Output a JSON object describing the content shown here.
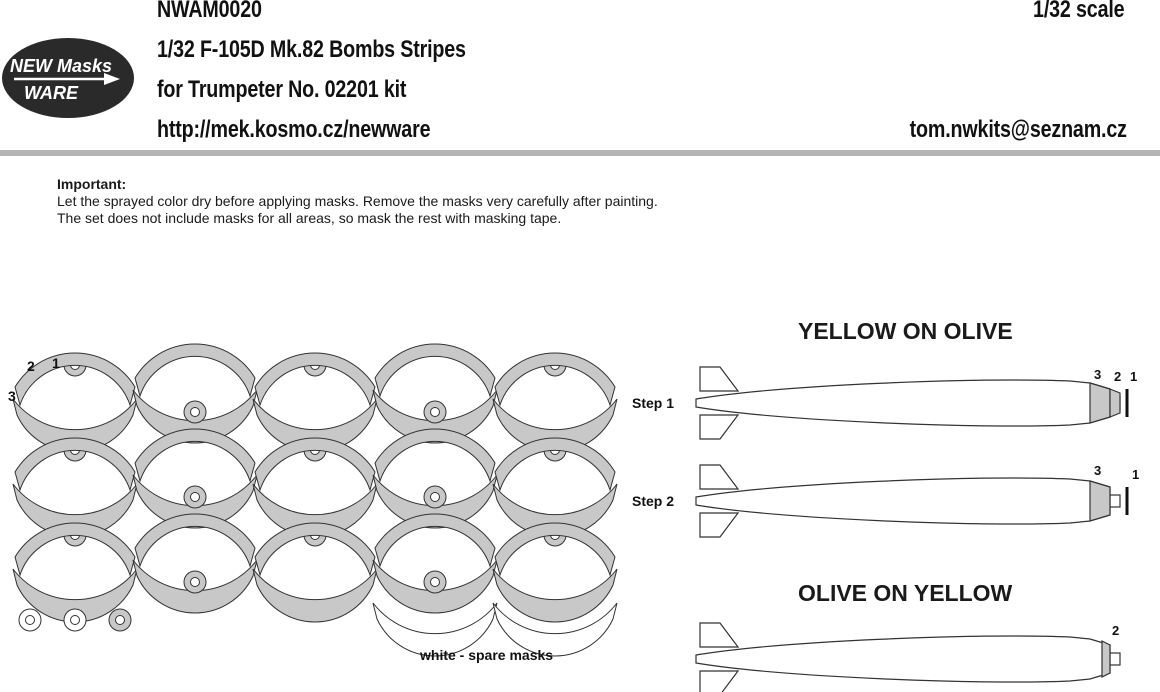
{
  "header": {
    "code": "NWAM0020",
    "scale": "1/32 scale",
    "title": "1/32 F-105D Mk.82 Bombs Stripes",
    "subtitle": "for Trumpeter No. 02201 kit",
    "url": "http://mek.kosmo.cz/newware",
    "email": "tom.nwkits@seznam.cz"
  },
  "logo": {
    "line1": "NEW Masks",
    "line2": "WARE"
  },
  "instructions": {
    "heading": "Important:",
    "line1": "Let the sprayed color dry before applying masks. Remove the masks very carefully after painting.",
    "line2": "The set does not include masks for all areas, so mask the rest with masking tape."
  },
  "mask_sheet": {
    "labels": {
      "one": "1",
      "two": "2",
      "three": "3"
    },
    "caption": "white - spare masks",
    "colors": {
      "mask": "#c8c8c8",
      "outline": "#333333",
      "spare": "#ffffff"
    }
  },
  "sections": {
    "yellow_on_olive": "YELLOW ON OLIVE",
    "olive_on_yellow": "OLIVE ON YELLOW"
  },
  "bombs": [
    {
      "step": "Step 1",
      "stripes": [
        "3",
        "2",
        "1"
      ]
    },
    {
      "step": "Step 2",
      "stripes": [
        "3",
        "1"
      ]
    },
    {
      "step": "",
      "stripes": [
        "2"
      ]
    }
  ]
}
